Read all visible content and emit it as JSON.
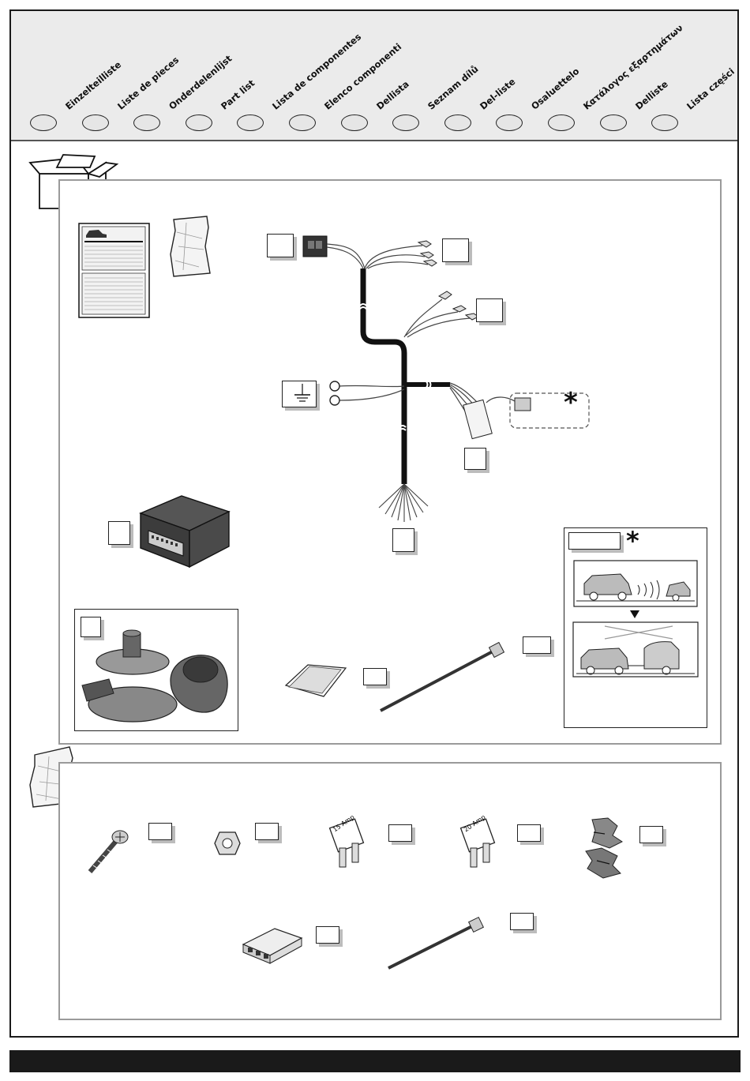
{
  "header": {
    "languages": [
      "Einzelteilliste",
      "Liste de pieces",
      "Onderdelenlijst",
      "Part list",
      "Lista de componentes",
      "Elenco componenti",
      "Dellista",
      "Seznam dílů",
      "Del-liste",
      "Osaluettelo",
      "Κατάλογος εξαρτημάτων",
      "Delliste",
      "Lista części"
    ]
  },
  "parts_panel": {
    "optional_marker": "*",
    "icons": [
      "box-icon",
      "instruction-sheet-icon",
      "bag-icon",
      "wiring-harness-icon",
      "ground-symbol-icon",
      "control-module-icon",
      "socket-13-pin-icon",
      "adhesive-pad-icon",
      "cable-tie-icon",
      "parking-sensor-icon"
    ]
  },
  "small_parts_panel": {
    "fuse_labels": [
      "15 Amp",
      "20 Amp"
    ],
    "icons": [
      "bag-icon",
      "screw-icon",
      "nut-icon",
      "fuse-icon",
      "wire-tap-connector-icon",
      "terminal-connector-icon",
      "cable-tie-icon"
    ]
  },
  "colors": {
    "frame": "#1a1a1a",
    "header": "#ebebeb",
    "panel_border": "#9a9a9a",
    "label_shadow": "#bcbcbc"
  }
}
